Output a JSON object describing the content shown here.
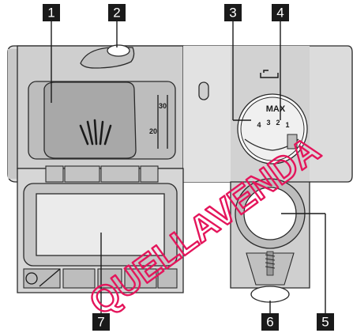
{
  "callouts": [
    {
      "id": "callout-1",
      "label": "1"
    },
    {
      "id": "callout-2",
      "label": "2"
    },
    {
      "id": "callout-3",
      "label": "3"
    },
    {
      "id": "callout-4",
      "label": "4"
    },
    {
      "id": "callout-5",
      "label": "5"
    },
    {
      "id": "callout-6",
      "label": "6"
    },
    {
      "id": "callout-7",
      "label": "7"
    }
  ],
  "detergent_scale": {
    "mark_30": "30",
    "mark_20": "20"
  },
  "rinse_dial": {
    "max_label": "MAX",
    "digits": [
      "4",
      "3",
      "2",
      "1"
    ]
  },
  "watermark": "QUELLAVENDA",
  "colors": {
    "panel": "#d6d6d6",
    "panel_dark": "#b9b9b9",
    "panel_light": "#e6e6e6",
    "callout": "#1a1a1a",
    "watermark": "#e4155b"
  }
}
